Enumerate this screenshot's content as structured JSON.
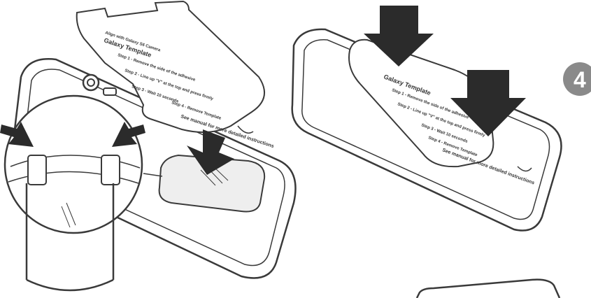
{
  "step_badge": {
    "number": "4"
  },
  "template_left": {
    "header": "Align with Galaxy S6 Camera",
    "title": "Galaxy Template",
    "step1": "Step 1 - Remove the side of the adhesive",
    "step2": "Step 2 - Line up \"V\" at the top and press firmly",
    "step3": "Step 3 - Wait 10 seconds",
    "step4": "Step 4 - Remove Template",
    "note": "See manual for more detailed instructions"
  },
  "template_right": {
    "title": "Galaxy Template",
    "step1": "Step 1 - Remove the side of the adhesive",
    "step2": "Step 2 - Line up \"V\" at the top and press firmly",
    "step3": "Step 3 - Wait 10 seconds",
    "step4": "Step 4 - Remove Template",
    "note": "See manual for more detailed instructions"
  },
  "colors": {
    "line": "#3a3a3a",
    "arrow": "#2b2b2b",
    "badge": "#8a8a8a",
    "pad": "#eeeeee"
  },
  "icons": [
    "down-arrow-icon",
    "diagonal-arrow-icon",
    "camera-lens-icon"
  ]
}
